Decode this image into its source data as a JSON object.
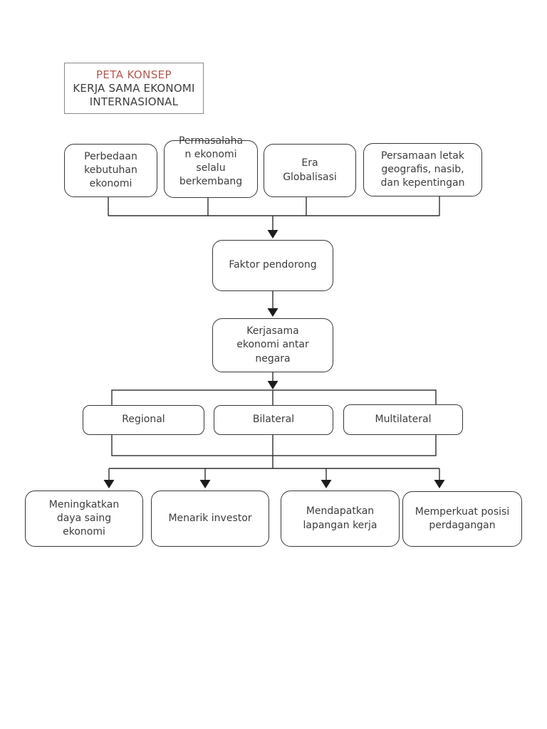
{
  "colors": {
    "accent_red": "#b25a50",
    "text": "#3d3d3d",
    "border_dark": "#383838",
    "border_light": "#8a8a8a",
    "line": "#2f2f2f",
    "arrowhead": "#1c1c1c",
    "page_bg": "#ffffff"
  },
  "title_box": {
    "heading": "PETA KONSEP",
    "subtitle": "KERJA SAMA EKONOMI\nINTERNASIONAL"
  },
  "factors": [
    {
      "label": "Perbedaan\nkebutuhan\nekonomi"
    },
    {
      "label": "Permasalaha\nn ekonomi\nselalu\nberkembang"
    },
    {
      "label": "Era\nGlobalisasi"
    },
    {
      "label": "Persamaan letak\ngeografis, nasib,\ndan kepentingan"
    }
  ],
  "hub": {
    "faktor_pendorong": "Faktor pendorong",
    "kerjasama": "Kerjasama\nekonomi antar\nnegara"
  },
  "cooperation_types": [
    {
      "label": "Regional"
    },
    {
      "label": "Bilateral"
    },
    {
      "label": "Multilateral"
    }
  ],
  "benefits": [
    {
      "label": "Meningkatkan\ndaya saing\nekonomi"
    },
    {
      "label": "Menarik investor"
    },
    {
      "label": "Mendapatkan\nlapangan kerja"
    },
    {
      "label": "Memperkuat posisi\nperdagangan"
    }
  ]
}
